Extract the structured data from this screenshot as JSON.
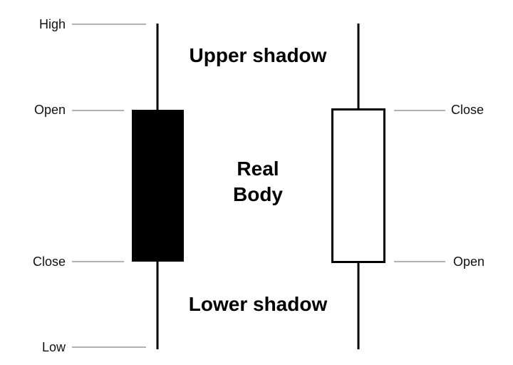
{
  "labels": {
    "left": {
      "high": "High",
      "open": "Open",
      "close": "Close",
      "low": "Low"
    },
    "right": {
      "close": "Close",
      "open": "Open"
    }
  },
  "sections": {
    "upper_shadow": "Upper shadow",
    "real_body_line1": "Real",
    "real_body_line2": "Body",
    "lower_shadow": "Lower shadow"
  },
  "colors": {
    "bearish_body": "#000000",
    "bullish_body": "#ffffff",
    "outline": "#000000",
    "leader_line": "#999999"
  }
}
